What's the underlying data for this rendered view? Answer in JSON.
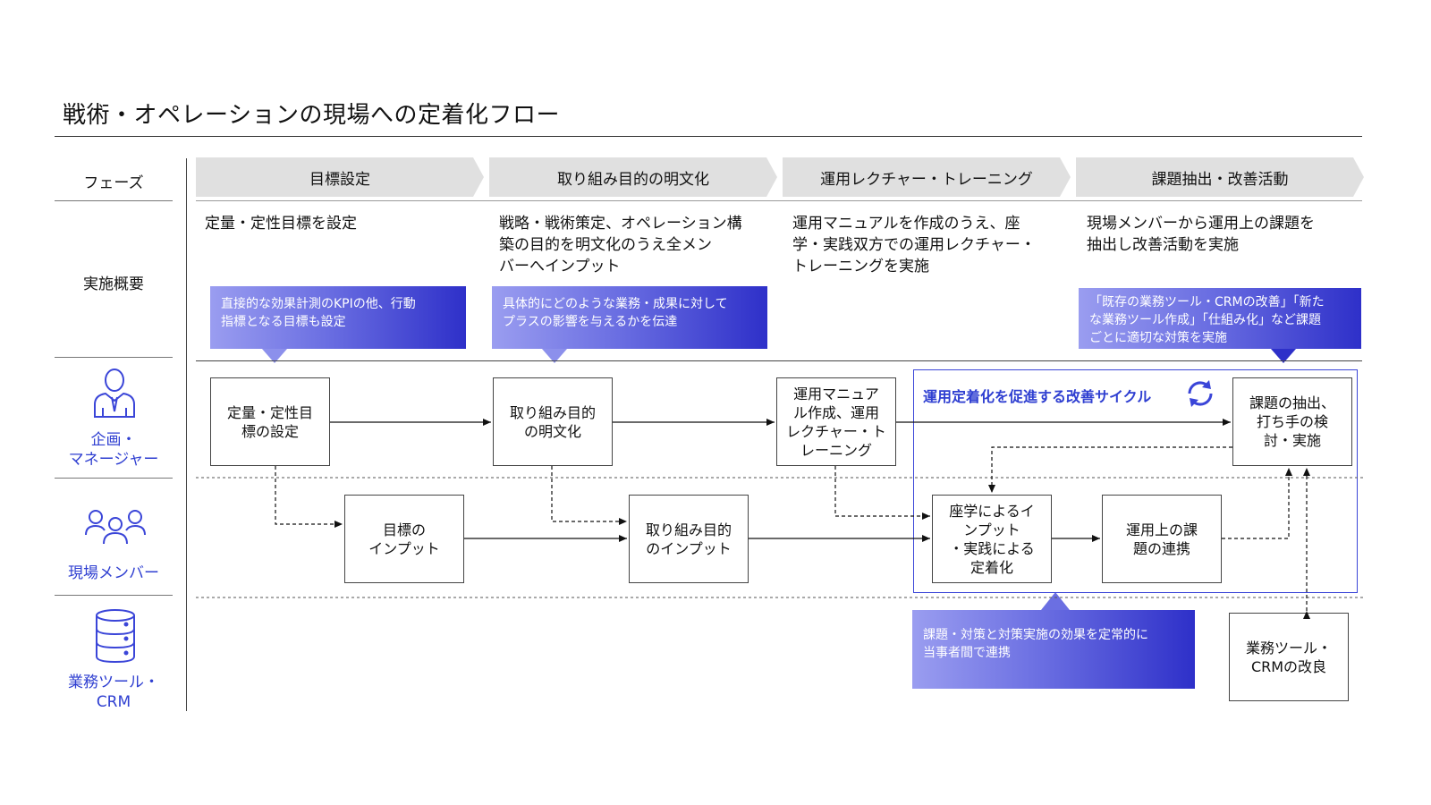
{
  "title": "戦術・オペレーションの現場への定着化フロー",
  "row_labels": {
    "phase": "フェーズ",
    "summary": "実施概要",
    "planning": "企画・\nマネージャー",
    "members": "現場メンバー",
    "tools": "業務ツール・\nCRM"
  },
  "phases": [
    "目標設定",
    "取り組み目的の明文化",
    "運用レクチャー・トレーニング",
    "課題抽出・改善活動"
  ],
  "descriptions": [
    "定量・定性目標を設定",
    "戦略・戦術策定、オペレーション構\n築の目的を明文化のうえ全メン\nバーへインプット",
    "運用マニュアルを作成のうえ、座\n学・実践双方での運用レクチャー・\nトレーニングを実施",
    "現場メンバーから運用上の課題を\n抽出し改善活動を実施"
  ],
  "callouts": {
    "kpi": "直接的な効果計測のKPIの他、行動\n指標となる目標も設定",
    "impact": "具体的にどのような業務・成果に対して\nプラスの影響を与えるかを伝達",
    "issues": "「既存の業務ツール・CRMの改善」「新た\nな業務ツール作成」「仕組み化」など課題\nごとに適切な対策を実施",
    "sharing": "課題・対策と対策実施の効果を定常的に\n当事者間で連携"
  },
  "boxes": {
    "goal_setting": "定量・定性目\n標の設定",
    "purpose_doc": "取り組み目的\nの明文化",
    "manual": "運用マニュア\nル作成、運用\nレクチャー・ト\nレーニング",
    "extract": "課題の抽出、\n打ち手の検\n討・実施",
    "goal_input": "目標の\nインプット",
    "purpose_input": "取り組み目的\nのインプット",
    "training": "座学によるイ\nンプット\n・実践による\n定着化",
    "issue_sharing": "運用上の課\n題の連携",
    "tool_improve": "業務ツール・\nCRMの改良"
  },
  "cycle_label": "運用定着化を促進する改善サイクル",
  "colors": {
    "accent": "#2f3fd1",
    "phase_bg": "#e0e0e0",
    "callout_dark": "#2e30c9",
    "callout_light": "#9a9df0"
  }
}
